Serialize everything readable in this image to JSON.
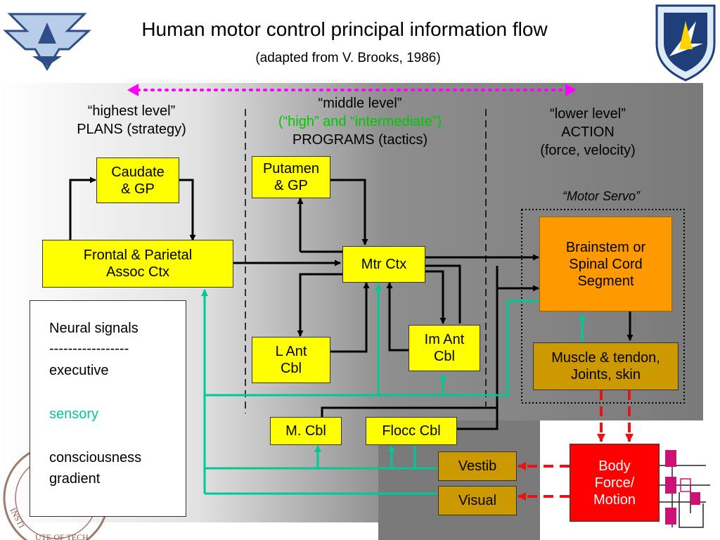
{
  "header": {
    "title": "Human motor control principal information flow",
    "subtitle": "(adapted from V. Brooks, 1986)"
  },
  "levels": {
    "highest": [
      "“highest level”",
      "PLANS (strategy)"
    ],
    "middle": [
      "“middle level”",
      "(“high” and “intermediate”)",
      "PROGRAMS (tactics)"
    ],
    "lower": [
      "“lower level”",
      "ACTION",
      "(force, velocity)"
    ],
    "motor_servo": "“Motor Servo”"
  },
  "boxes": {
    "caudate": [
      "Caudate",
      "& GP"
    ],
    "putamen": [
      "Putamen",
      "& GP"
    ],
    "frontal": [
      "Frontal & Parietal",
      "Assoc Ctx"
    ],
    "mtr_ctx": "Mtr Ctx",
    "l_ant_cbl": [
      "L Ant",
      "Cbl"
    ],
    "im_ant_cbl": [
      "Im Ant",
      "Cbl"
    ],
    "brainstem": [
      "Brainstem or",
      "Spinal Cord",
      "Segment"
    ],
    "muscle": [
      "Muscle & tendon,",
      "Joints, skin"
    ],
    "m_cbl": "M. Cbl",
    "flocc_cbl": "Flocc Cbl",
    "vestib": "Vestib",
    "visual": "Visual",
    "body": [
      "Body",
      "Force/",
      "Motion"
    ]
  },
  "legend": {
    "neural_signals": "Neural signals",
    "dashes": "-----------------",
    "executive": "executive",
    "sensory": "sensory",
    "consciousness": "consciousness",
    "gradient": "gradient"
  },
  "colors": {
    "executive": "#000000",
    "sensory": "#00c896",
    "gradient": "#ff00ff",
    "intermediate_text": "#00c800",
    "body_link": "#ee1111"
  },
  "icons": [
    "air-force-wings-logo",
    "afrl-shield-logo",
    "institute-seal-logo",
    "circuit-schematic-icon"
  ]
}
